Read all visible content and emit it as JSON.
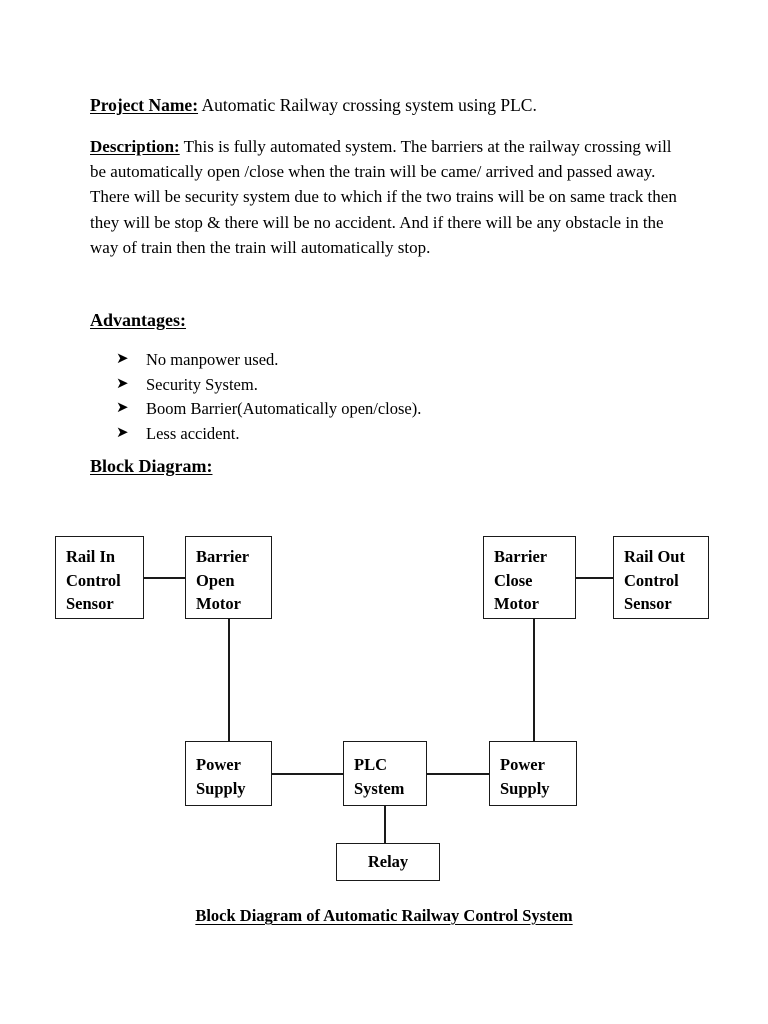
{
  "document": {
    "project": {
      "label": "Project Name:",
      "value": "Automatic Railway crossing system using PLC."
    },
    "description": {
      "label": "Description:",
      "text": "This is fully automated system. The barriers at the railway crossing will be automatically open /close when the train will be came/ arrived and passed away. There will be security system due to which if the two trains will be on same track then they will be stop & there will be no accident. And if there will be any obstacle in the way of train then the train will automatically stop."
    },
    "advantages": {
      "heading": "Advantages:",
      "bullet_glyph": "➤",
      "items": [
        "No manpower used.",
        "Security System.",
        "Boom Barrier(Automatically open/close).",
        "Less accident."
      ]
    },
    "block_diagram": {
      "heading": "Block Diagram:",
      "caption": "Block Diagram of Automatic Railway Control System",
      "boxes": [
        {
          "id": "rail-in-control-sensor",
          "label": "Rail In\nControl\nSensor"
        },
        {
          "id": "barrier-open-motor",
          "label": "Barrier\nOpen\nMotor"
        },
        {
          "id": "barrier-close-motor",
          "label": "Barrier\nClose\nMotor"
        },
        {
          "id": "rail-out-control-sensor",
          "label": "Rail Out\nControl\nSensor"
        },
        {
          "id": "power-supply-left",
          "label": "Power\nSupply"
        },
        {
          "id": "plc-system",
          "label": "PLC\nSystem"
        },
        {
          "id": "power-supply-right",
          "label": "Power\nSupply"
        },
        {
          "id": "relay",
          "label": "Relay"
        }
      ]
    }
  },
  "colors": {
    "page_background": "#ffffff",
    "text": "#000000",
    "diagram_stroke": "#1a1a1a"
  }
}
